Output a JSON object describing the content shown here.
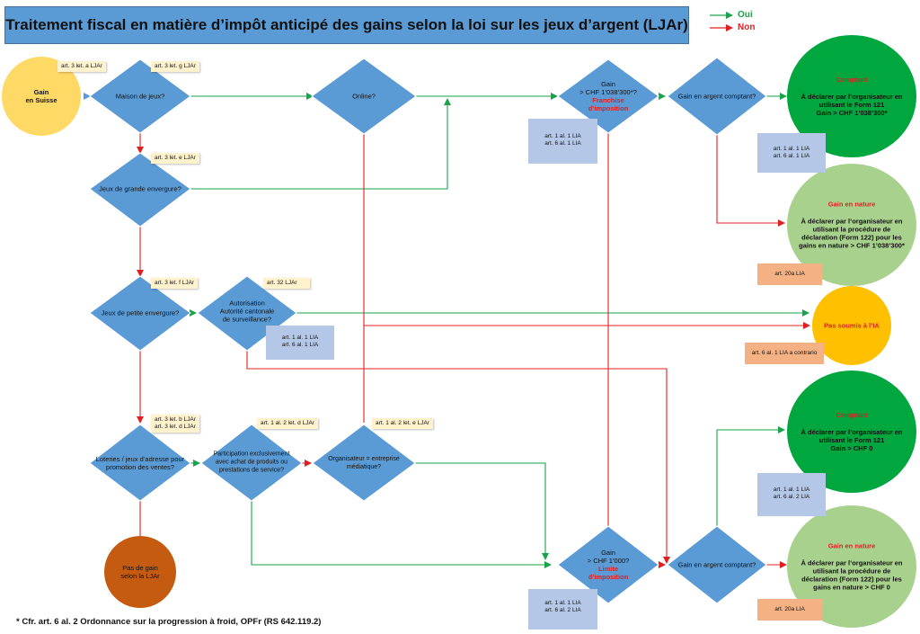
{
  "title": "Traitement fiscal en matière d’impôt anticipé des gains selon la loi sur les jeux d’argent (LJAr)",
  "legend": {
    "yes": "Oui",
    "no": "Non",
    "yes_color": "#1aa34a",
    "no_color": "#e02020"
  },
  "nodes": {
    "start": [
      "Gain",
      "en Suisse"
    ],
    "maison": "Maison de jeux?",
    "online": "Online?",
    "gain1": [
      "Gain",
      "> CHF 1’038’300*?"
    ],
    "gain1_red": [
      "Franchise",
      "d’imposition"
    ],
    "comptant1": "Gain en argent comptant?",
    "grande": "Jeux de grande envergure?",
    "petite": "Jeux de petite envergure?",
    "autorisation": [
      "Autorisation",
      "Autorité cantonale",
      "de surveillance?"
    ],
    "loteries": [
      "Loteries / jeux d’adresse pour",
      "promotion des ventes?"
    ],
    "participation": [
      "Participation exclusivement",
      "avec achat de produits ou",
      "prestations de service?"
    ],
    "organisateur": [
      "Organisateur = entreprise",
      "médiatique?"
    ],
    "gain2": [
      "Gain",
      "> CHF 1’000?"
    ],
    "gain2_red": [
      "Limite",
      "d’imposition"
    ],
    "comptant2": "Gain en argent comptant?",
    "pas_gain": [
      "Pas de gain",
      "selon la LJAr"
    ],
    "pas_soumis": "Pas soumis à l’IA"
  },
  "outcomes": {
    "c1_title": "Comptant",
    "c1_text": [
      "À déclarer par l’organisateur en",
      "utilisant le Form 121",
      "Gain > CHF 1’038’300*"
    ],
    "n1_title": "Gain en nature",
    "n1_text": [
      "À déclarer par l’organisateur en",
      "utilisant la procédure de",
      "déclaration (Form 122) pour les",
      "gains en nature > CHF 1’038’300*"
    ],
    "c2_title": "Comptant",
    "c2_text": [
      "À déclarer par l’organisateur en",
      "utilisant le Form 121",
      "Gain > CHF 0"
    ],
    "n2_title": "Gain en nature",
    "n2_text": [
      "À déclarer par l’organisateur en",
      "utilisant la procédure de",
      "déclaration (Form 122) pour les",
      "gains en nature > CHF 0"
    ]
  },
  "notes": {
    "n_3a": "art. 3 let. a LJAr",
    "n_3g": "art. 3 let. g LJAr",
    "n_3e": "art. 3 let. e LJAr",
    "n_3f": "art. 3 let. f LJAr",
    "n_32": "art. 32 LJAr",
    "n_3bd": [
      "art. 3 let. b LJAr",
      "art. 3 let. d LJAr"
    ],
    "n_12d": "art. 1 al. 2 let. d LJAr",
    "n_12e": "art. 1 al. 2 let. e LJAr"
  },
  "refs": {
    "r_gain1": [
      "art. 1 al. 1 LIA",
      "art. 6 al. 1 LIA"
    ],
    "r_c1": [
      "art. 1 al. 1 LIA",
      "art. 6 al. 1 LIA"
    ],
    "r_auto": [
      "art. 1 al. 1 LIA",
      "art. 6 al. 1 LIA"
    ],
    "r_c2": [
      "art. 1 al. 1 LIA",
      "art. 6 al. 2 LIA"
    ],
    "r_gain2": [
      "art. 1 al. 1 LIA",
      "art. 6 al. 2 LIA"
    ],
    "o_20a_1": "art. 20a LIA",
    "o_20a_2": "art. 20a LIA",
    "o_contrario": "art. 6 al. 1 LIA a contrario"
  },
  "footnote": "* Cfr. art. 6 al. 2 Ordonnance sur la progression à froid, OPFr (RS 642.119.2)"
}
